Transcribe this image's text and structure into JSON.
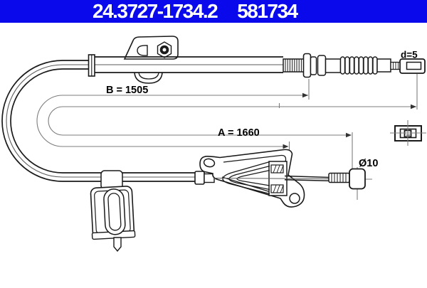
{
  "header": {
    "part_number": "24.3727-1734.2",
    "ref_number": "581734",
    "bg_color": "#0909ec",
    "text_color": "#ffffff"
  },
  "diagram": {
    "dimensions": {
      "b_label": "B = 1505",
      "a_label": "A = 1660",
      "end_diameter_label": "d=5",
      "nipple_diameter_label": "Ø10"
    },
    "line_color": "#1a1a1a",
    "dimension_line_color": "#7d7d7d"
  }
}
